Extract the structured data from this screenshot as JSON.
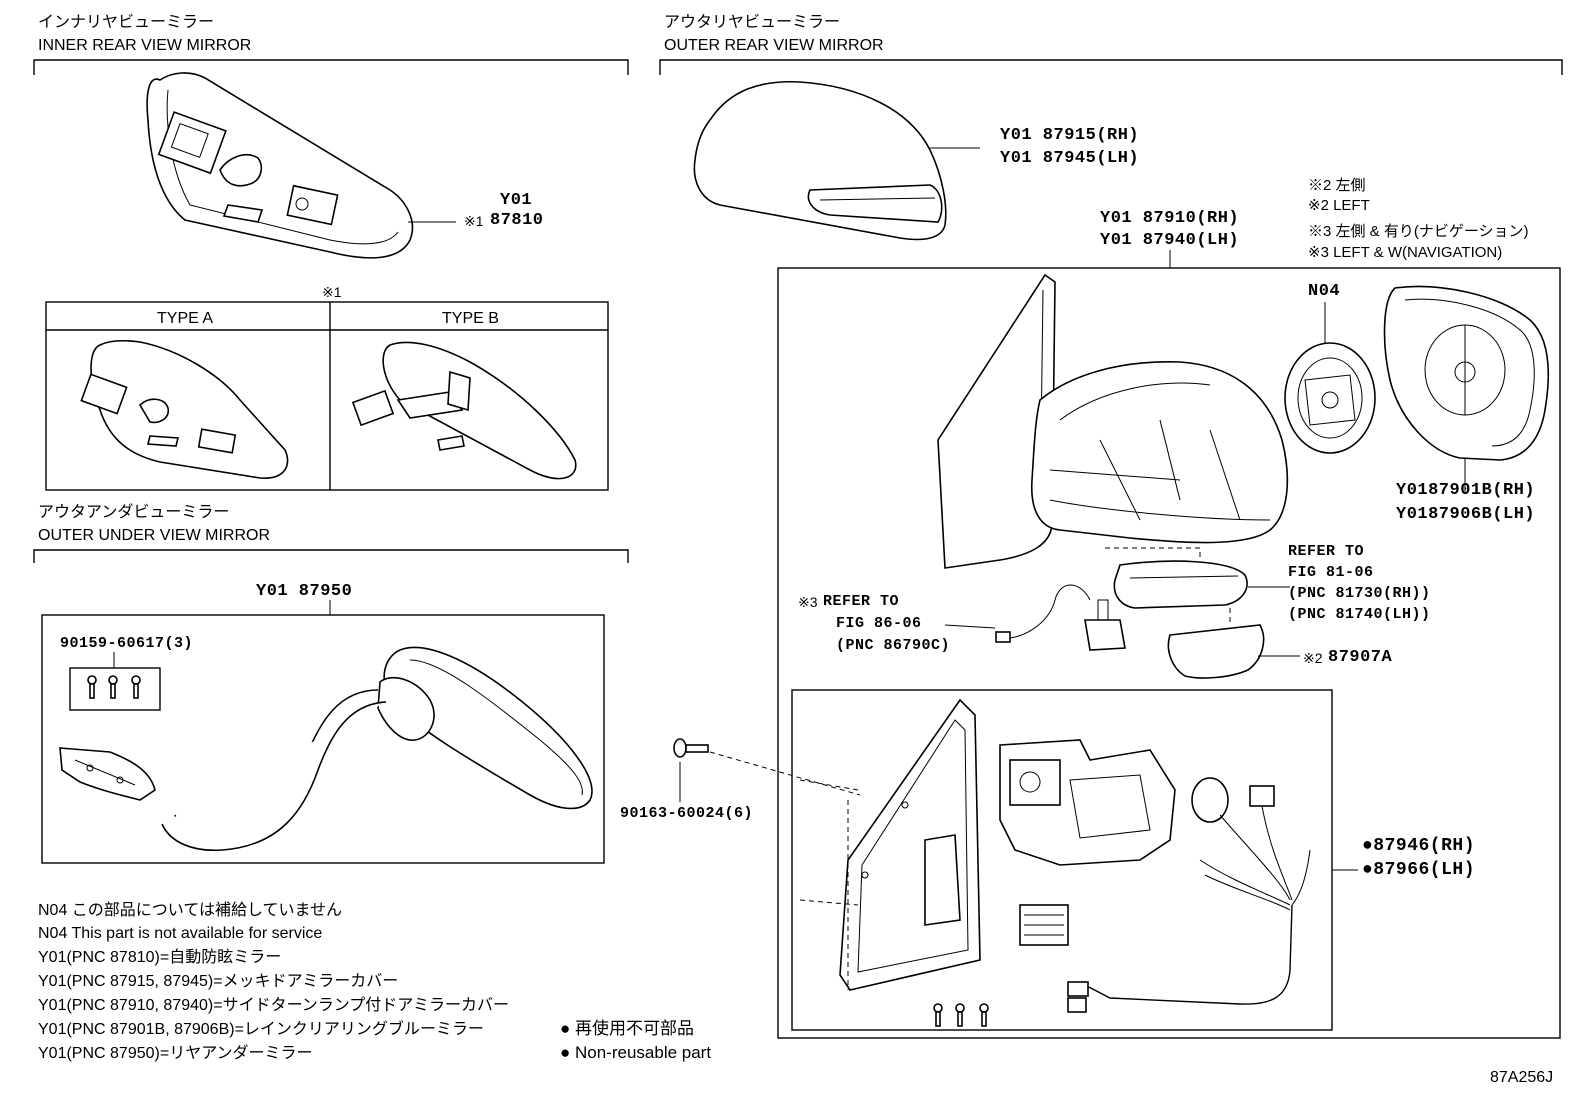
{
  "sections": {
    "inner": {
      "jp": "インナリヤビューミラー",
      "en": "INNER REAR VIEW MIRROR"
    },
    "outer_under": {
      "jp": "アウタアンダビューミラー",
      "en": "OUTER UNDER VIEW MIRROR"
    },
    "outer_rear": {
      "jp": "アウタリヤビューミラー",
      "en": "OUTER REAR VIEW MIRROR"
    }
  },
  "inner_labels": {
    "y01": "Y01",
    "mark": "※1",
    "part": "87810",
    "type_header_mark": "※1",
    "type_a": "TYPE A",
    "type_b": "TYPE B"
  },
  "under_labels": {
    "main": "Y01 87950",
    "screw": "90159-60617(3)"
  },
  "rear_labels": {
    "cover_rh": "Y01 87915(RH)",
    "cover_lh": "Y01 87945(LH)",
    "assy_rh": "Y01 87910(RH)",
    "assy_lh": "Y01 87940(LH)",
    "note2_jp": "※2 左側",
    "note2_en": "※2 LEFT",
    "note3_jp": "※3 左側 & 有り(ナビゲーション)",
    "note3_en": "※3 LEFT & W(NAVIGATION)",
    "n04": "N04",
    "glass_rh": "Y0187901B(RH)",
    "glass_lh": "Y0187906B(LH)",
    "refer1_a": "REFER TO",
    "refer1_b": "FIG 81-06",
    "refer1_c": "(PNC 81730(RH))",
    "refer1_d": "(PNC 81740(LH))",
    "refer2_mark": "※3",
    "refer2_a": "REFER TO",
    "refer2_b": "FIG 86-06",
    "refer2_c": "(PNC 86790C)",
    "lamp_cover_mark": "※2",
    "lamp_cover": "87907A",
    "bolt": "90163-60024(6)",
    "motor_rh": "●87946(RH)",
    "motor_lh": "●87966(LH)"
  },
  "notes": [
    "N04 この部品については補給していません",
    "N04 This part is not available for service",
    "Y01(PNC 87810)=自動防眩ミラー",
    "Y01(PNC 87915, 87945)=メッキドアミラーカバー",
    "Y01(PNC 87910, 87940)=サイドターンランプ付ドアミラーカバー",
    "Y01(PNC 87901B, 87906B)=レインクリアリングブルーミラー",
    "Y01(PNC 87950)=リヤアンダーミラー"
  ],
  "legend": {
    "jp": "● 再使用不可部品",
    "en": "● Non-reusable part"
  },
  "figure_id": "87A256J"
}
